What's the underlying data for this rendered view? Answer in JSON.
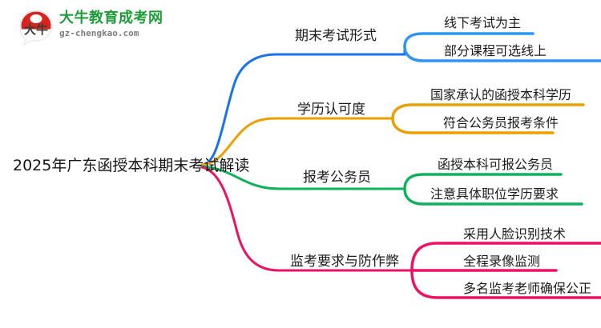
{
  "logo": {
    "mark_text": "大牛",
    "name": "大牛教育成考网",
    "url": "gz-chengkao.com",
    "brand_green": "#1f9c3a",
    "brand_red": "#d8241f"
  },
  "mindmap": {
    "type": "mindmap",
    "root": {
      "label": "2025年广东函授本科期末考试解读"
    },
    "branches": [
      {
        "label": "期末考试形式",
        "color": "#1a73e8",
        "children": [
          {
            "label": "线下考试为主"
          },
          {
            "label": "部分课程可选线上"
          }
        ]
      },
      {
        "label": "学历认可度",
        "color": "#eba000",
        "children": [
          {
            "label": "国家承认的函授本科学历"
          },
          {
            "label": "符合公务员报考条件"
          }
        ]
      },
      {
        "label": "报考公务员",
        "color": "#0fb25c",
        "children": [
          {
            "label": "函授本科可报公务员"
          },
          {
            "label": "注意具体职位学历要求"
          }
        ]
      },
      {
        "label": "监考要求与防作弊",
        "color": "#ec1164",
        "children": [
          {
            "label": "采用人脸识别技术"
          },
          {
            "label": "全程录像监测"
          },
          {
            "label": "多名监考老师确保公正"
          }
        ]
      }
    ]
  }
}
